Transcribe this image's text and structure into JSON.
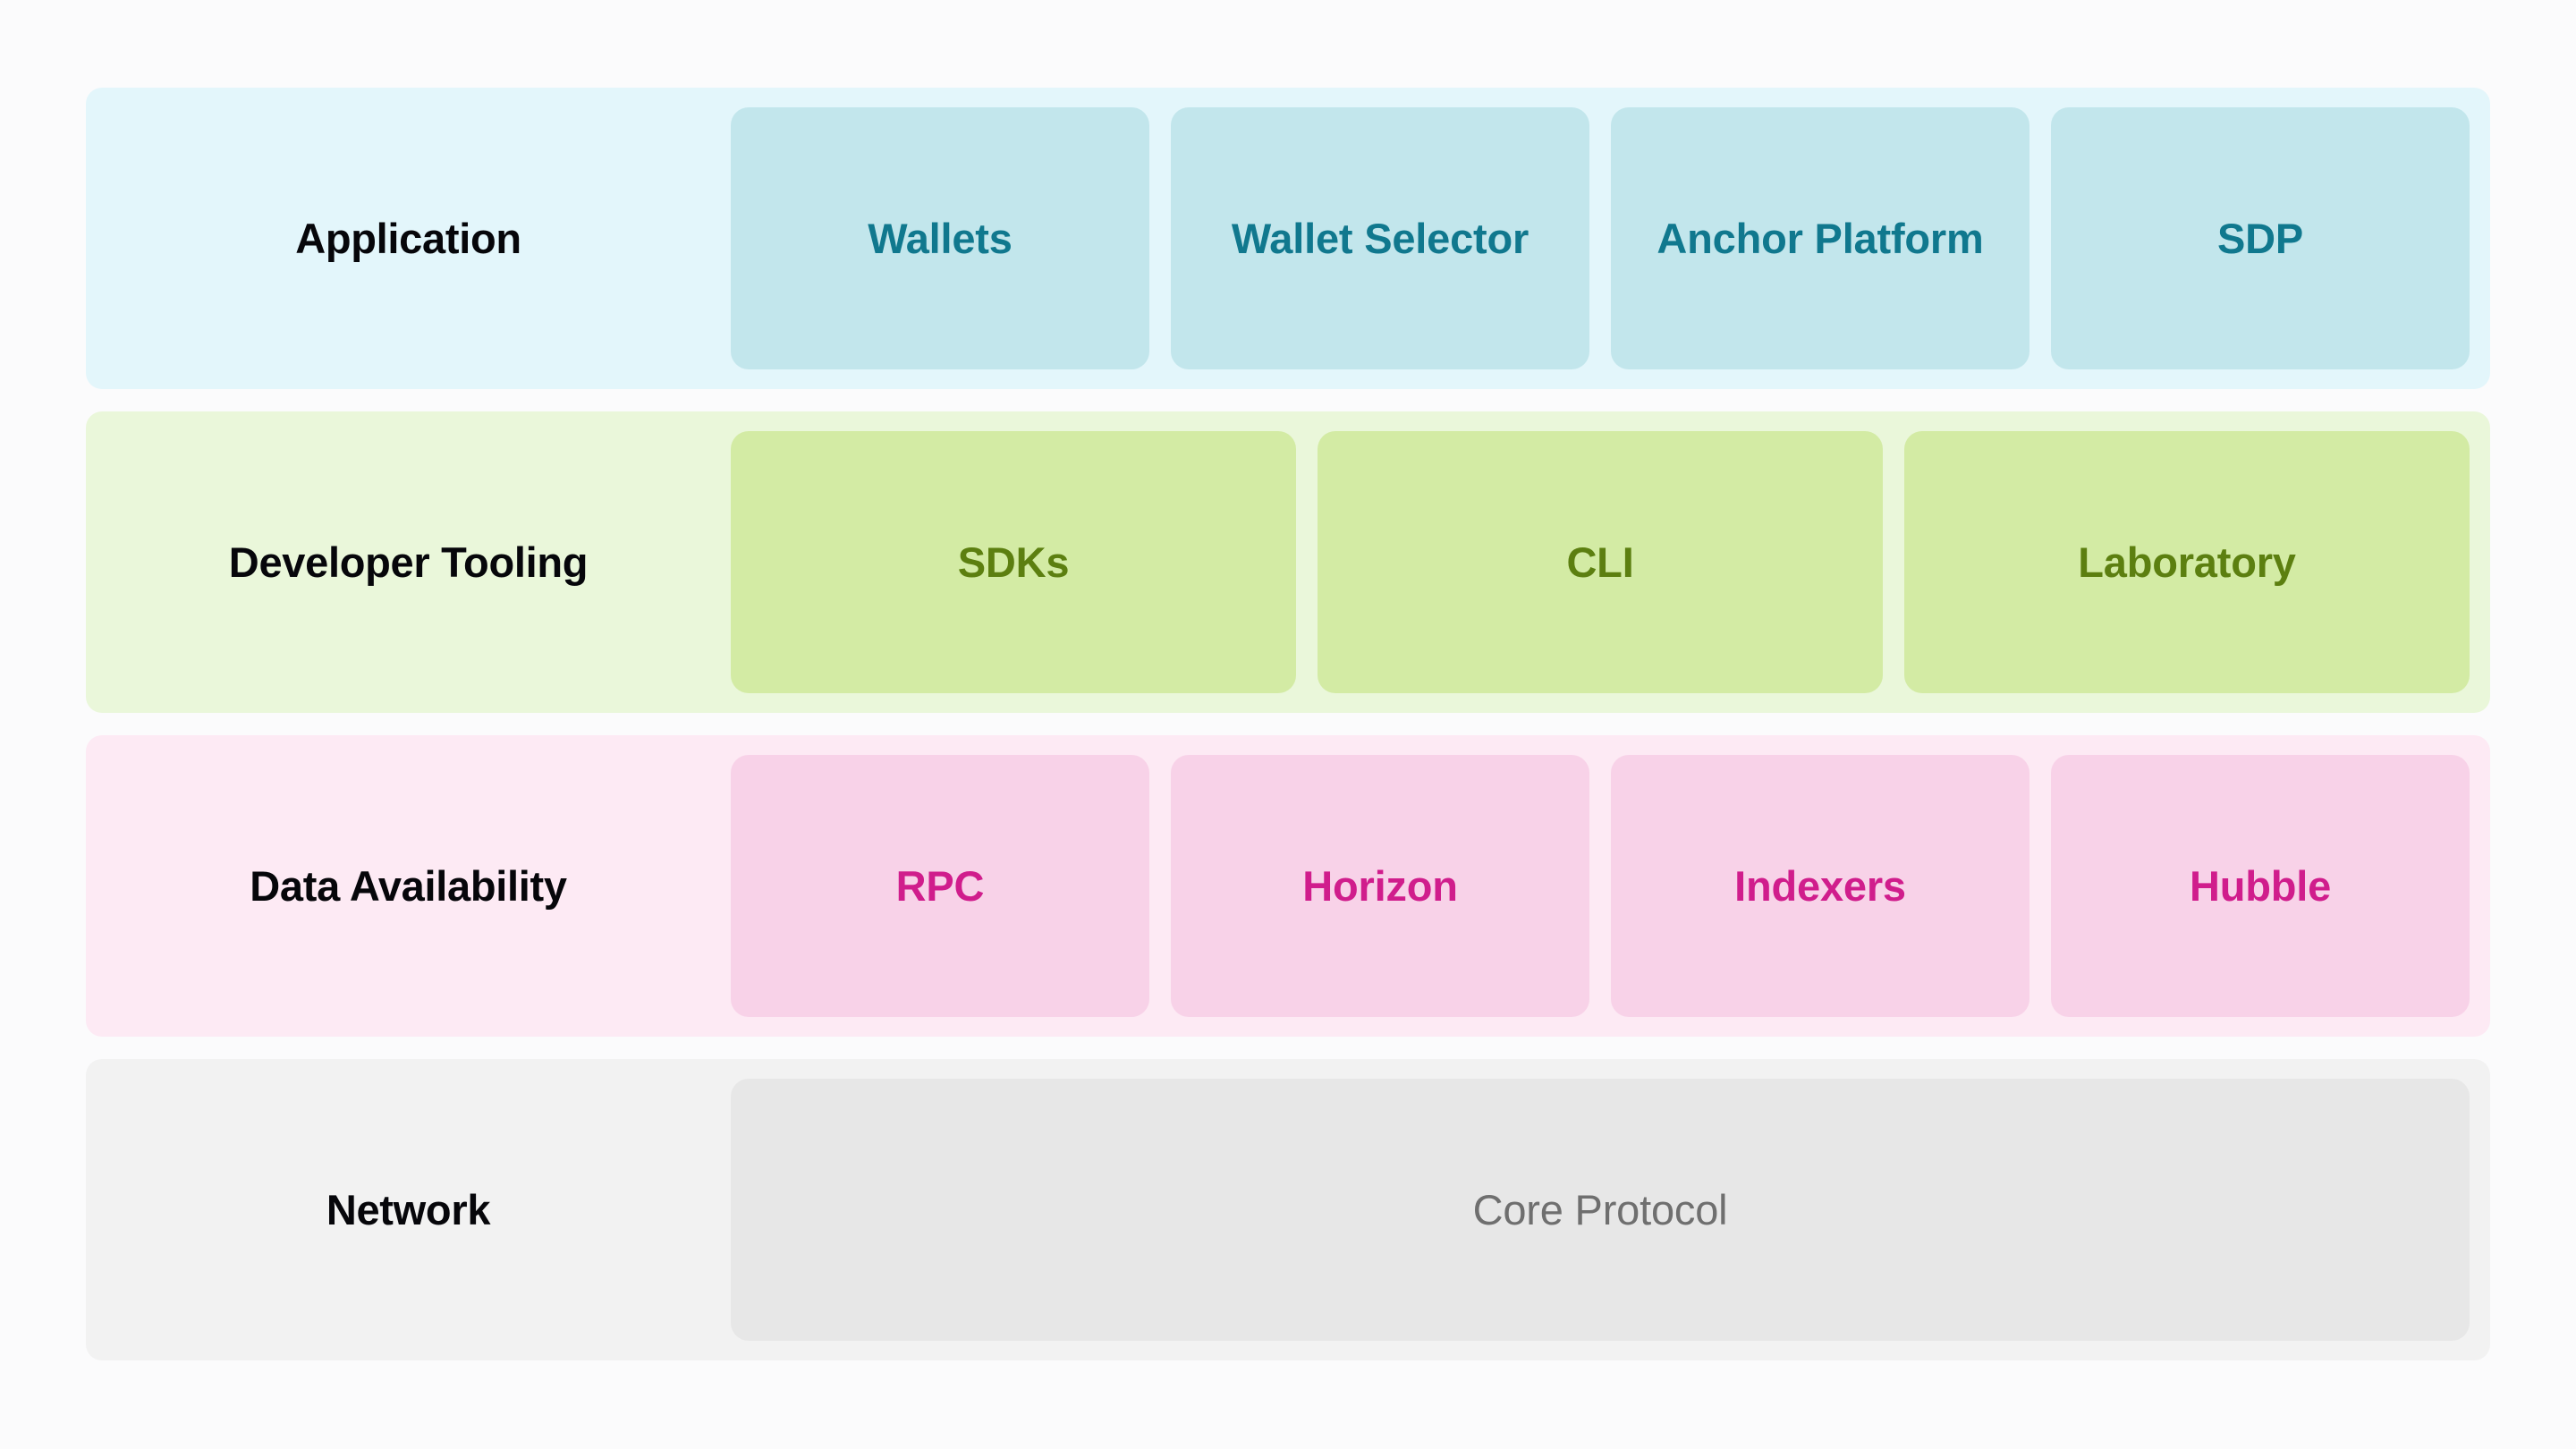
{
  "diagram": {
    "type": "layered-stack",
    "background_color": "#fbfbfc",
    "layers": [
      {
        "label": "Application",
        "band_color": "#e3f6fb",
        "chip_color": "#c2e6ec",
        "chip_text_color": "#10788e",
        "chips": [
          {
            "label": "Wallets"
          },
          {
            "label": "Wallet Selector"
          },
          {
            "label": "Anchor Platform"
          },
          {
            "label": "SDP"
          }
        ]
      },
      {
        "label": "Developer Tooling",
        "band_color": "#eaf7da",
        "chip_color": "#d3eba4",
        "chip_text_color": "#5c7f10",
        "chips": [
          {
            "label": "SDKs"
          },
          {
            "label": "CLI"
          },
          {
            "label": "Laboratory"
          }
        ]
      },
      {
        "label": "Data Availability",
        "band_color": "#fdeaf4",
        "chip_color": "#f8d2e8",
        "chip_text_color": "#d01d8c",
        "chips": [
          {
            "label": "RPC"
          },
          {
            "label": "Horizon"
          },
          {
            "label": "Indexers"
          },
          {
            "label": "Hubble"
          }
        ]
      },
      {
        "label": "Network",
        "band_color": "#f2f2f2",
        "chip_color": "#e7e7e7",
        "chip_text_color": "#6f6f6f",
        "chips": [
          {
            "label": "Core Protocol"
          }
        ]
      }
    ]
  }
}
